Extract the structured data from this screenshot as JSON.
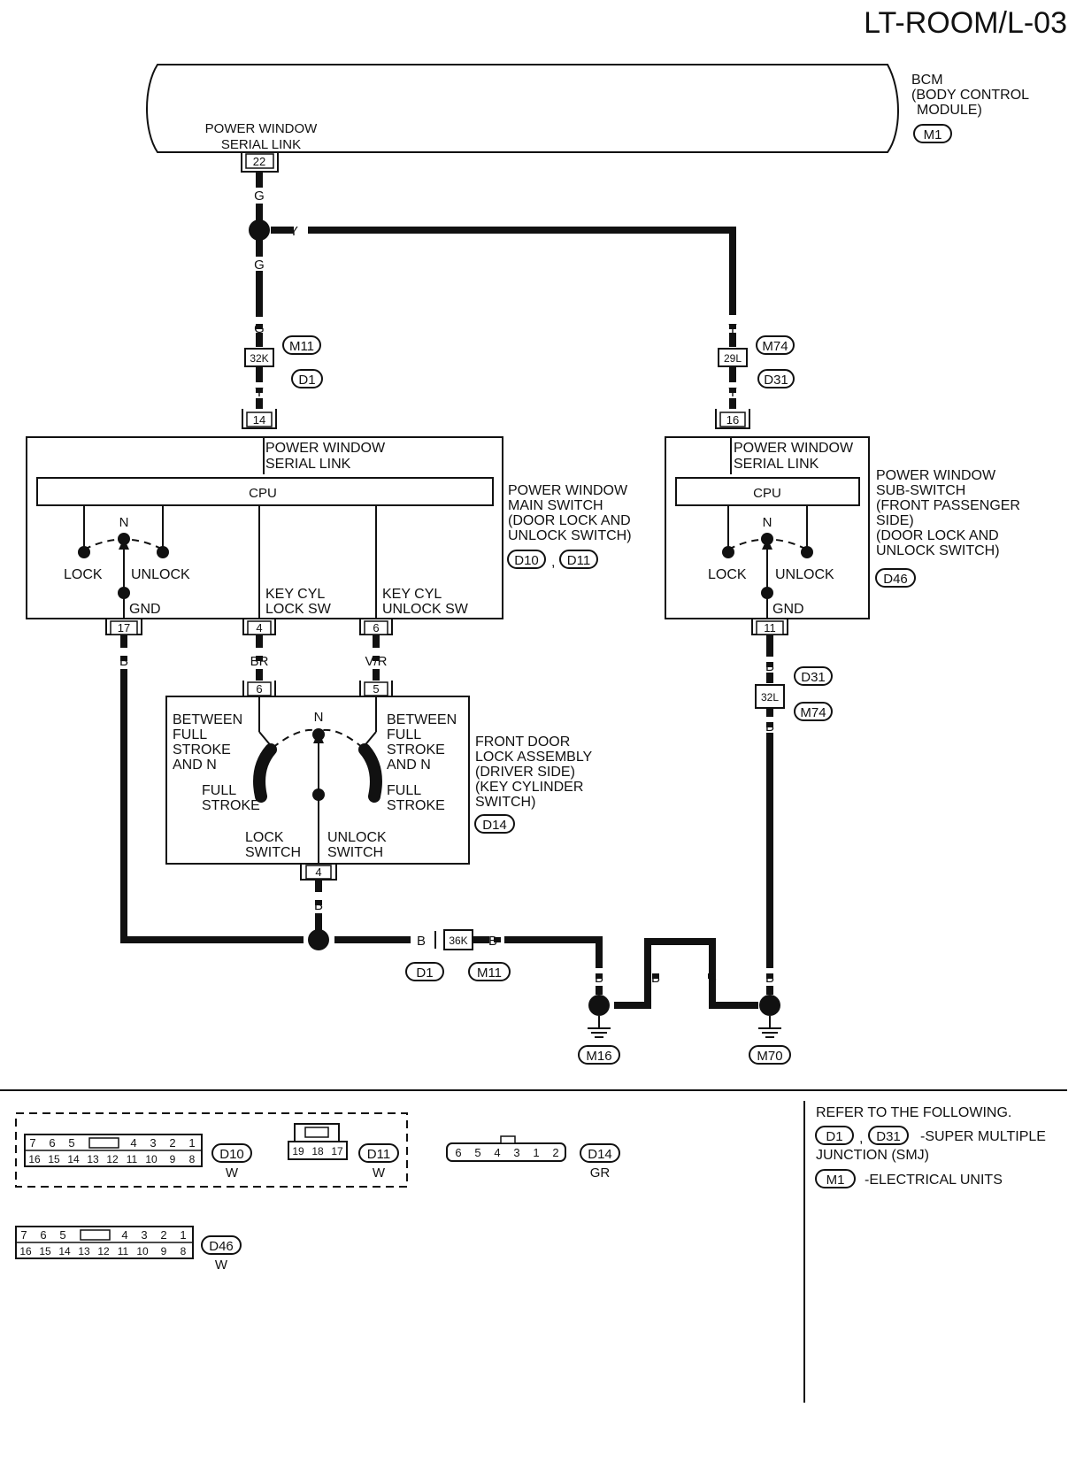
{
  "page_code": "LT-ROOM/L-03",
  "bcm": {
    "lines": [
      "BCM",
      "(BODY CONTROL",
      "MODULE)"
    ],
    "connector": "M1",
    "terminal_label_lines": [
      "POWER WINDOW",
      "SERIAL LINK"
    ],
    "terminal": "22"
  },
  "wires": {
    "g": "G",
    "y": "Y",
    "b": "B",
    "br": "BR",
    "vr": "V/R"
  },
  "junctions": {
    "left_pin": "32K",
    "left_top": "M11",
    "left_bottom": "D1",
    "right_pin": "29L",
    "right_top": "M74",
    "right_bottom": "D31",
    "pass_gnd_pin": "32L",
    "pass_gnd_top": "D31",
    "pass_gnd_bottom": "M74",
    "ground_pin": "36K",
    "ground_left": "D1",
    "ground_right": "M11"
  },
  "main_switch": {
    "input_pin": "14",
    "serial_link_lines": [
      "POWER WINDOW",
      "SERIAL LINK"
    ],
    "cpu": "CPU",
    "n": "N",
    "lock": "LOCK",
    "unlock": "UNLOCK",
    "gnd": "GND",
    "key_cyl_lock_lines": [
      "KEY CYL",
      "LOCK SW"
    ],
    "key_cyl_unlock_lines": [
      "KEY CYL",
      "UNLOCK SW"
    ],
    "pin_gnd": "17",
    "pin_lock_sw": "4",
    "pin_unlock_sw": "6",
    "name_lines": [
      "POWER WINDOW",
      "MAIN SWITCH",
      "(DOOR LOCK AND",
      " UNLOCK SWITCH)"
    ],
    "connectors": [
      "D10",
      "D11"
    ],
    "connector_sep": ","
  },
  "sub_switch": {
    "input_pin": "16",
    "serial_link_lines": [
      "POWER WINDOW",
      "SERIAL LINK"
    ],
    "cpu": "CPU",
    "n": "N",
    "lock": "LOCK",
    "unlock": "UNLOCK",
    "gnd": "GND",
    "pin_gnd": "11",
    "name_lines": [
      "POWER WINDOW",
      "SUB-SWITCH",
      "(FRONT PASSENGER",
      " SIDE)",
      "(DOOR LOCK AND",
      " UNLOCK SWITCH)"
    ],
    "connector": "D46"
  },
  "door_lock": {
    "pin_left": "6",
    "pin_right": "5",
    "pin_bottom": "4",
    "n": "N",
    "left_lines": [
      "BETWEEN",
      "FULL",
      "STROKE",
      "AND N"
    ],
    "right_lines": [
      "BETWEEN",
      "FULL",
      "STROKE",
      "AND N"
    ],
    "full_stroke_left_lines": [
      "FULL",
      "STROKE"
    ],
    "full_stroke_right_lines": [
      "FULL",
      "STROKE"
    ],
    "lock_switch_lines": [
      "LOCK",
      "SWITCH"
    ],
    "unlock_switch_lines": [
      "UNLOCK",
      "SWITCH"
    ],
    "name_lines": [
      "FRONT DOOR",
      "LOCK ASSEMBLY",
      "(DRIVER SIDE)",
      "(KEY CYLINDER",
      " SWITCH)"
    ],
    "connector": "D14"
  },
  "grounds": {
    "left": "M16",
    "right": "M70"
  },
  "connector_views": {
    "d10_top": [
      "7",
      "6",
      "5",
      "",
      "4",
      "3",
      "2",
      "1"
    ],
    "d10_bottom": [
      "16",
      "15",
      "14",
      "13",
      "12",
      "11",
      "10",
      "9",
      "8"
    ],
    "d10_id": "D10",
    "d10_color": "W",
    "d11_pins": [
      "19",
      "18",
      "17"
    ],
    "d11_id": "D11",
    "d11_color": "W",
    "d14_pins": [
      "6",
      "5",
      "4",
      "3",
      "1",
      "2"
    ],
    "d14_id": "D14",
    "d14_color": "GR",
    "d46_id": "D46",
    "d46_color": "W"
  },
  "refer": {
    "title": "REFER TO THE FOLLOWING.",
    "smj_connectors": [
      "D1",
      "D31"
    ],
    "smj_sep": ",",
    "smj_text_1": "-SUPER MULTIPLE",
    "smj_text_2": "JUNCTION (SMJ)",
    "eu_connector": "M1",
    "eu_text": "-ELECTRICAL UNITS"
  }
}
